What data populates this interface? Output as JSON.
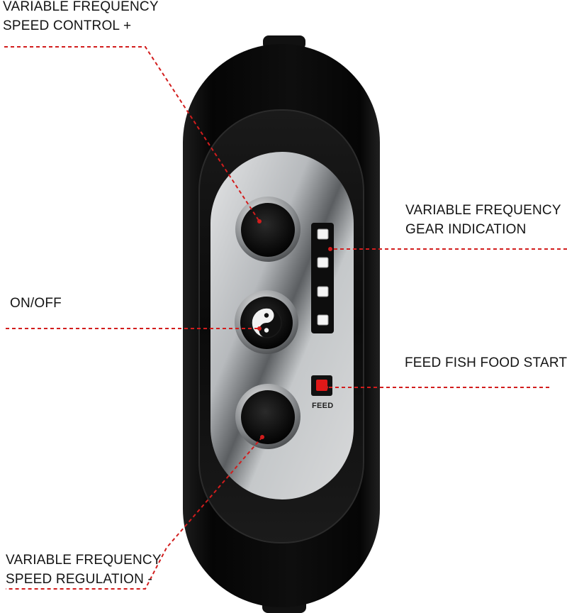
{
  "callouts": {
    "speed_plus": [
      "VARIABLE FREQUENCY",
      "SPEED CONTROL +"
    ],
    "gear_indication": [
      "VARIABLE FREQUENCY",
      "GEAR INDICATION"
    ],
    "on_off": "ON/OFF",
    "feed_start": "FEED FISH FOOD START",
    "speed_minus": [
      "VARIABLE FREQUENCY",
      "SPEED REGULATION -"
    ]
  },
  "device": {
    "feed_label": "FEED",
    "gear_led_count": 4,
    "colors": {
      "body": "#0b0b0b",
      "panel": "#b9bcbf",
      "leader_line": "#d21d1d",
      "feed_led": "#e01818",
      "gear_led": "#f4f4f4"
    }
  },
  "icons": [
    "power-yin-yang-icon"
  ]
}
